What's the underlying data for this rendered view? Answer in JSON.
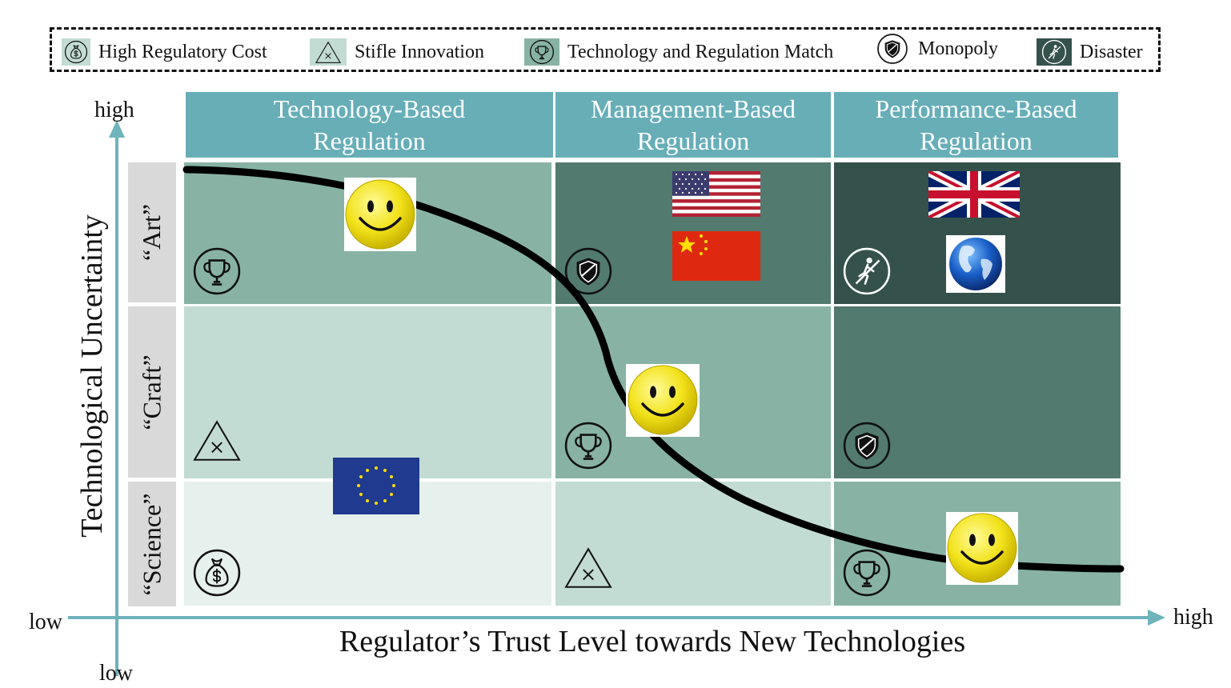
{
  "legend": {
    "items": [
      {
        "label": "High Regulatory Cost",
        "icon": "money-bag-icon"
      },
      {
        "label": "Stifle Innovation",
        "icon": "stifle-triangle-icon"
      },
      {
        "label": "Technology and Regulation Match",
        "icon": "trophy-icon"
      },
      {
        "label": "Monopoly",
        "icon": "shield-icon"
      },
      {
        "label": "Disaster",
        "icon": "disaster-icon"
      }
    ]
  },
  "columns": [
    {
      "line1": "Technology-Based",
      "line2": "Regulation"
    },
    {
      "line1": "Management-Based",
      "line2": "Regulation"
    },
    {
      "line1": "Performance-Based",
      "line2": "Regulation"
    }
  ],
  "rows": [
    {
      "label": "“Art”"
    },
    {
      "label": "“Craft”"
    },
    {
      "label": "“Science”"
    }
  ],
  "axes": {
    "y_title": "Technological Uncertainty",
    "x_title": "Regulator’s Trust Level towards New Technologies",
    "y_high": "high",
    "y_low": "low",
    "x_low": "low",
    "x_high": "high"
  },
  "colors": {
    "header": "#67aeb7",
    "row_header": "#d9d9d9",
    "axis": "#6fb3bb",
    "shade_1": "#e6f0ed",
    "shade_2": "#c3dcd3",
    "shade_3": "#88b3a4",
    "shade_4": "#527a6e",
    "shade_5": "#35514b"
  },
  "cells": [
    {
      "row": 0,
      "col": 0,
      "shade": "shade_3",
      "icon": "trophy-icon"
    },
    {
      "row": 0,
      "col": 1,
      "shade": "shade_4",
      "icon": "shield-icon"
    },
    {
      "row": 0,
      "col": 2,
      "shade": "shade_5",
      "icon": "disaster-icon"
    },
    {
      "row": 1,
      "col": 0,
      "shade": "shade_2",
      "icon": "stifle-triangle-icon"
    },
    {
      "row": 1,
      "col": 1,
      "shade": "shade_3",
      "icon": "trophy-icon"
    },
    {
      "row": 1,
      "col": 2,
      "shade": "shade_4",
      "icon": "shield-icon"
    },
    {
      "row": 2,
      "col": 0,
      "shade": "shade_1",
      "icon": "money-bag-icon"
    },
    {
      "row": 2,
      "col": 1,
      "shade": "shade_2",
      "icon": "stifle-triangle-icon"
    },
    {
      "row": 2,
      "col": 2,
      "shade": "shade_3",
      "icon": "trophy-icon"
    }
  ],
  "markers": [
    {
      "type": "smiley-icon",
      "row": 0,
      "col": 0
    },
    {
      "type": "smiley-icon",
      "row": 1,
      "col": 1
    },
    {
      "type": "smiley-icon",
      "row": 2,
      "col": 2
    },
    {
      "type": "us-flag-icon",
      "row": 0,
      "col": 1
    },
    {
      "type": "china-flag-icon",
      "row": 0,
      "col": 1
    },
    {
      "type": "uk-flag-icon",
      "row": 0,
      "col": 2
    },
    {
      "type": "globe-icon",
      "row": 0,
      "col": 2
    },
    {
      "type": "eu-flag-icon",
      "row": 2,
      "col": 0
    }
  ]
}
